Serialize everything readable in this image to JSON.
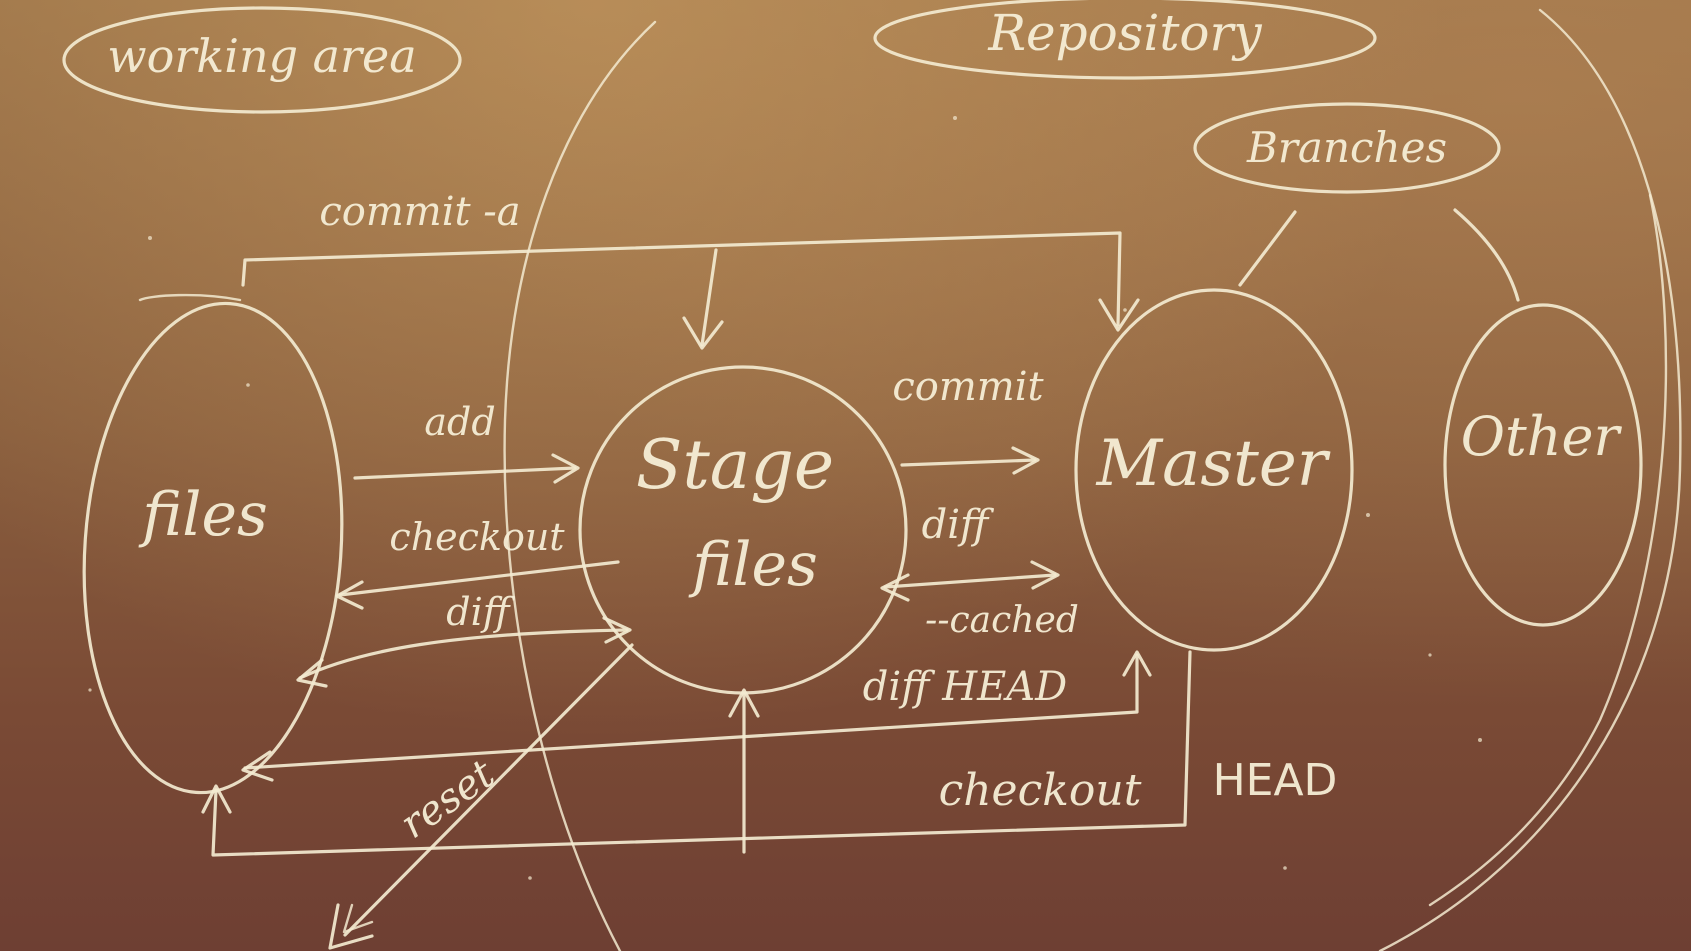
{
  "labels": {
    "working_area": "working area",
    "repository": "Repository",
    "branches": "Branches",
    "files": "files",
    "stage_line1": "Stage",
    "stage_line2": "files",
    "master": "Master",
    "other": "Other",
    "commit_a": "commit -a",
    "add": "add",
    "checkout_left": "checkout",
    "diff_left": "diff",
    "commit": "commit",
    "diff_right": "diff",
    "cached": "--cached",
    "diff_head": "diff HEAD",
    "reset": "reset",
    "checkout_bottom": "checkout",
    "head": "HEAD"
  },
  "colors": {
    "board": "#8a5f3e",
    "chalk": "#f3ead0"
  }
}
